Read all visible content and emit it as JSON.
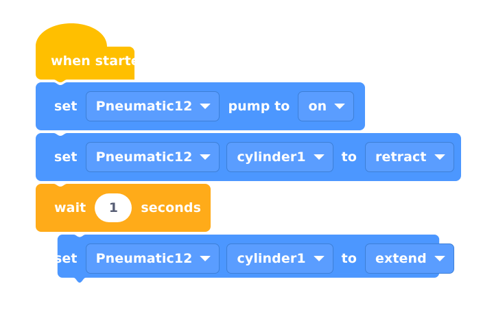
{
  "canvas": {
    "background_color": "#ffffff",
    "workspace_name": "block-programming-canvas"
  },
  "palette": {
    "event_block_color": "#ffbf00",
    "control_block_color": "#ffab19",
    "device_block_color": "#4c97ff",
    "dropdown_fill_color": "#5a9dff",
    "dropdown_border_color": "#3d7fd6",
    "text_color": "#ffffff",
    "number_text_color": "#575e75"
  },
  "script": {
    "name": "pneumatic-cylinder-script",
    "blocks": [
      {
        "id": "block-when-started",
        "kind": "hat",
        "category": "events",
        "label": "when started"
      },
      {
        "id": "block-set-pump",
        "kind": "stack",
        "category": "pneumatics",
        "prefix": "set",
        "device": "Pneumatic12",
        "middle": "pump to",
        "value": "on"
      },
      {
        "id": "block-set-cylinder-retract",
        "kind": "stack",
        "category": "pneumatics",
        "prefix": "set",
        "device": "Pneumatic12",
        "port": "cylinder1",
        "middle": "to",
        "value": "retract"
      },
      {
        "id": "block-wait",
        "kind": "stack",
        "category": "control",
        "prefix": "wait",
        "number": "1",
        "suffix": "seconds"
      },
      {
        "id": "block-set-cylinder-extend",
        "kind": "stack",
        "category": "pneumatics",
        "prefix": "set",
        "device": "Pneumatic12",
        "port": "cylinder1",
        "middle": "to",
        "value": "extend"
      }
    ]
  },
  "icons": {
    "dropdown_caret": "chevron-down-icon"
  }
}
